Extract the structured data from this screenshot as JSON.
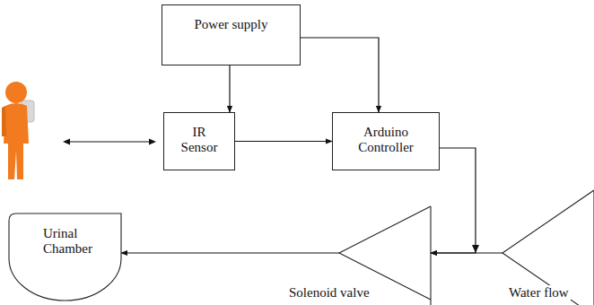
{
  "diagram": {
    "nodes": [
      {
        "text": [
          "Power supply"
        ]
      },
      {
        "text": [
          "IR Sensor"
        ]
      },
      {
        "text": [
          "Arduino Controller"
        ]
      },
      {
        "text": [
          "Urinal Chamber"
        ]
      },
      {
        "text": [
          "Solenoid valve"
        ]
      },
      {
        "text": [
          "Water flow"
        ]
      }
    ],
    "edges": [
      {
        "from": 0,
        "to": 1,
        "arrow": "to"
      },
      {
        "from": 0,
        "to": 2,
        "arrow": "to"
      },
      {
        "from": 1,
        "to": 2,
        "arrow": "to"
      },
      {
        "from": 2,
        "to": 4,
        "arrow": "to"
      },
      {
        "from": 5,
        "to": 4,
        "arrow": "to"
      },
      {
        "from": 4,
        "to": 3,
        "arrow": "to"
      }
    ]
  }
}
